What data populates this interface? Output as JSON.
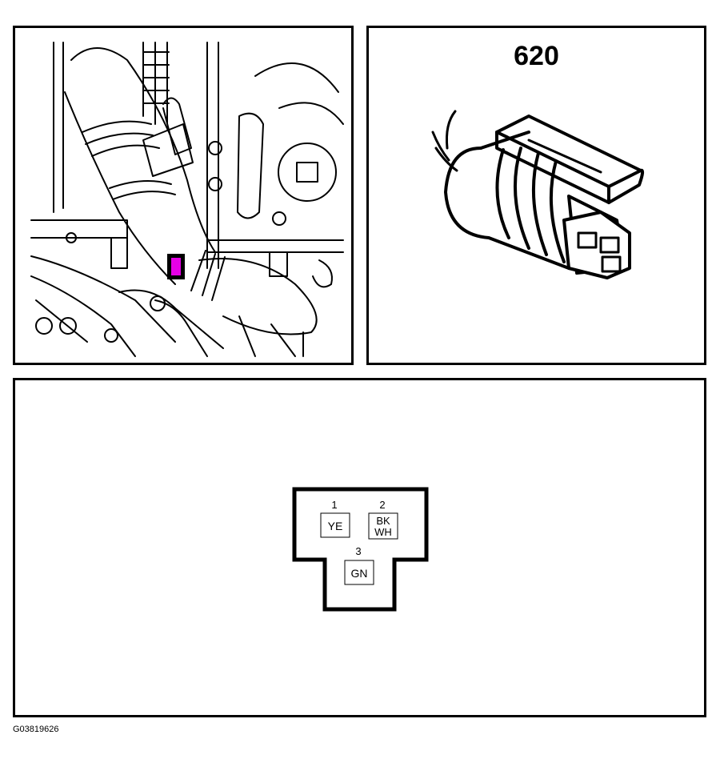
{
  "connector": {
    "number": "620",
    "highlight_color": "#e600e6",
    "pins": [
      {
        "number": "1",
        "wire": [
          "YE"
        ]
      },
      {
        "number": "2",
        "wire": [
          "BK",
          "WH"
        ]
      },
      {
        "number": "3",
        "wire": [
          "GN"
        ]
      }
    ]
  },
  "figure_id": "G03819626"
}
